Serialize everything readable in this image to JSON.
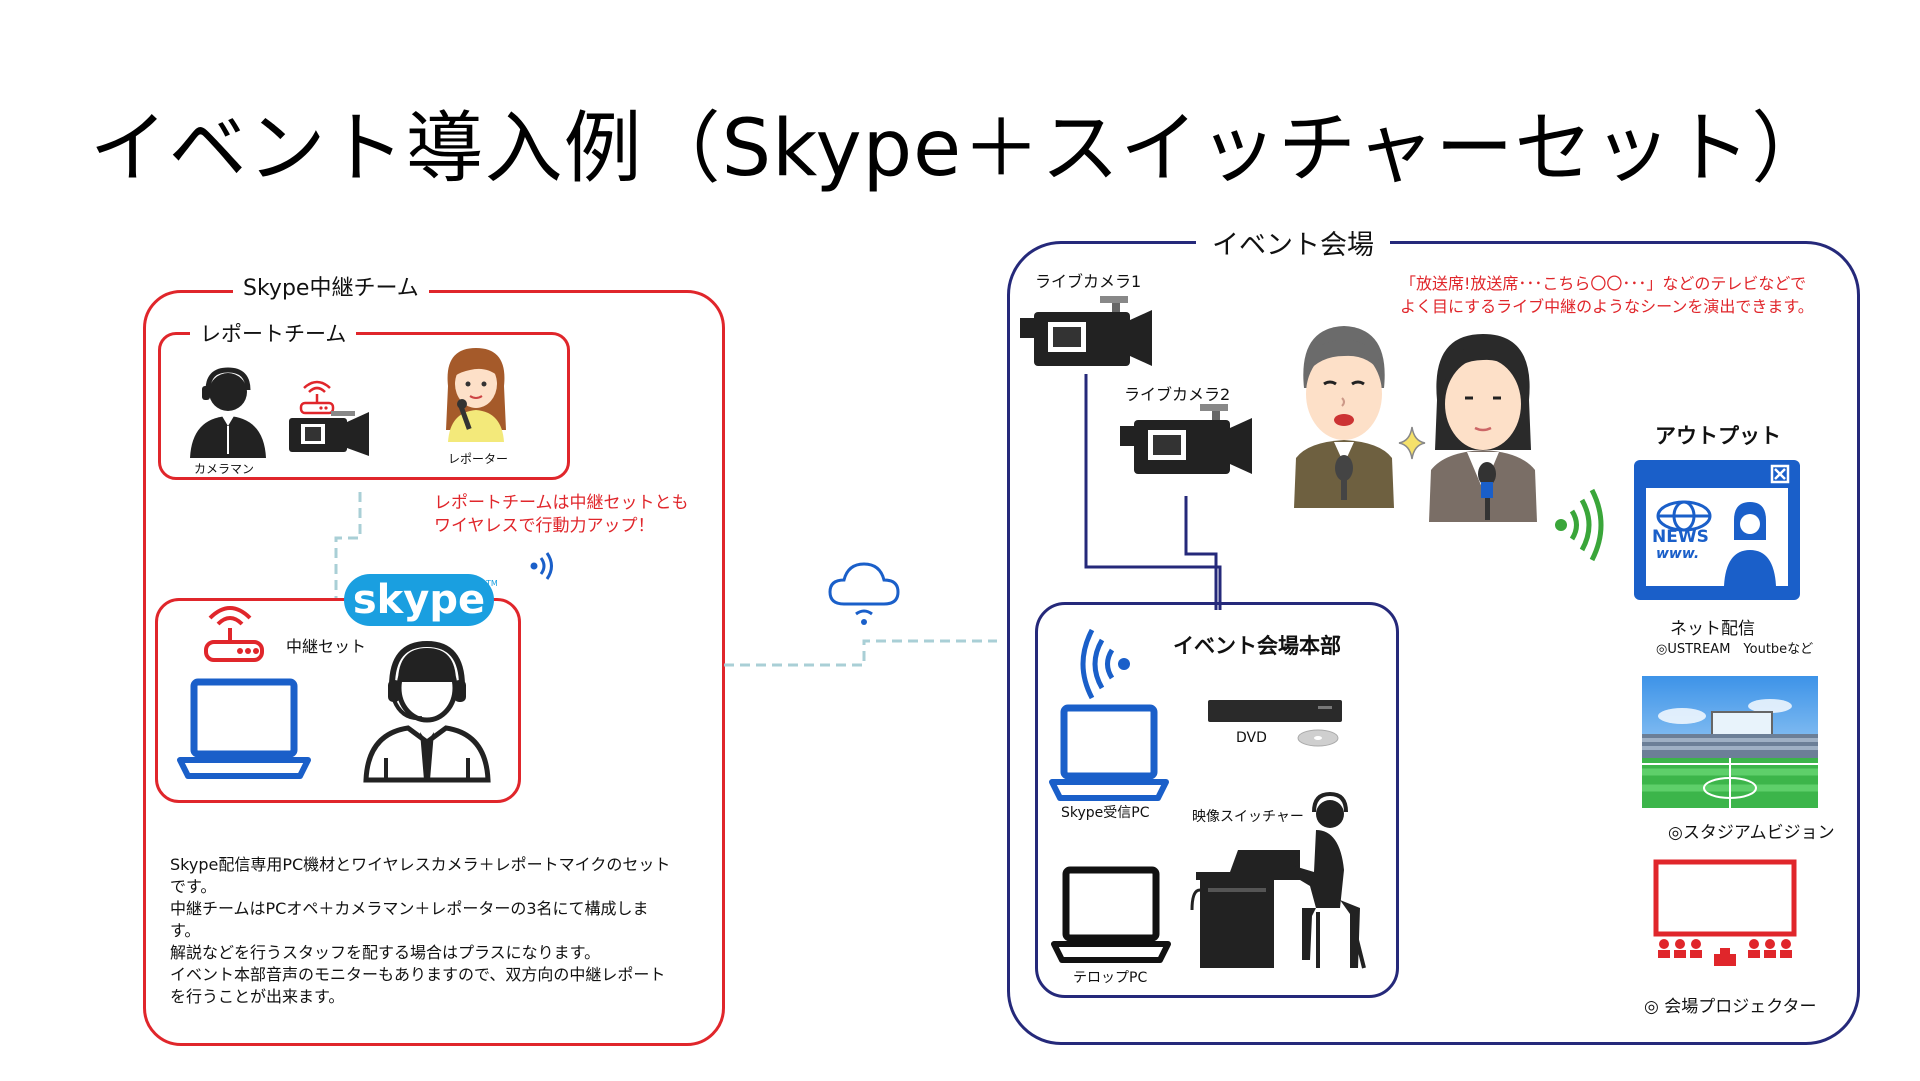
{
  "title": "イベント導入例（Skype＋スイッチャーセット）",
  "colors": {
    "red": "#e0262b",
    "navy": "#25297a",
    "blue": "#1a5fc9",
    "green": "#3aa63a",
    "dashed": "#a9cfd6"
  },
  "left_group": {
    "label": "Skype中継チーム",
    "report_team": {
      "label": "レポートチーム",
      "cameraman": "カメラマン",
      "reporter": "レポーター"
    },
    "relay_set": {
      "label": "中継セット",
      "logo": "skype"
    },
    "wireless_note": [
      "レポートチームは中継セットとも",
      "ワイヤレスで行動力アップ！"
    ],
    "description": [
      "Skype配信専用PC機材とワイヤレスカメラ＋レポートマイクのセット",
      "です。",
      "中継チームはPCオペ＋カメラマン＋レポーターの3名にて構成しま",
      "す。",
      "解説などを行うスタッフを配する場合はプラスになります。",
      "イベント本部音声のモニターもありますので、双方向の中継レポート",
      "を行うことが出来ます。"
    ]
  },
  "right_group": {
    "label": "イベント会場",
    "camera1": "ライブカメラ1",
    "camera2": "ライブカメラ2",
    "scene_note": [
      "「放送席!放送席･･･こちら〇〇･･･」などのテレビなどで",
      "よく目にするライブ中継のようなシーンを演出できます。"
    ],
    "hq": {
      "label": "イベント会場本部",
      "dvd": "DVD",
      "skype_pc": "Skype受信PC",
      "switcher": "映像スイッチャー",
      "telop_pc": "テロップPC"
    },
    "output": {
      "label": "アウトプット",
      "net": "ネット配信",
      "net_sub": "◎USTREAM　Youtbeなど",
      "news_line1": "NEWS",
      "news_line2": "www.",
      "stadium": "◎スタジアムビジョン",
      "projector": "◎ 会場プロジェクター"
    }
  }
}
